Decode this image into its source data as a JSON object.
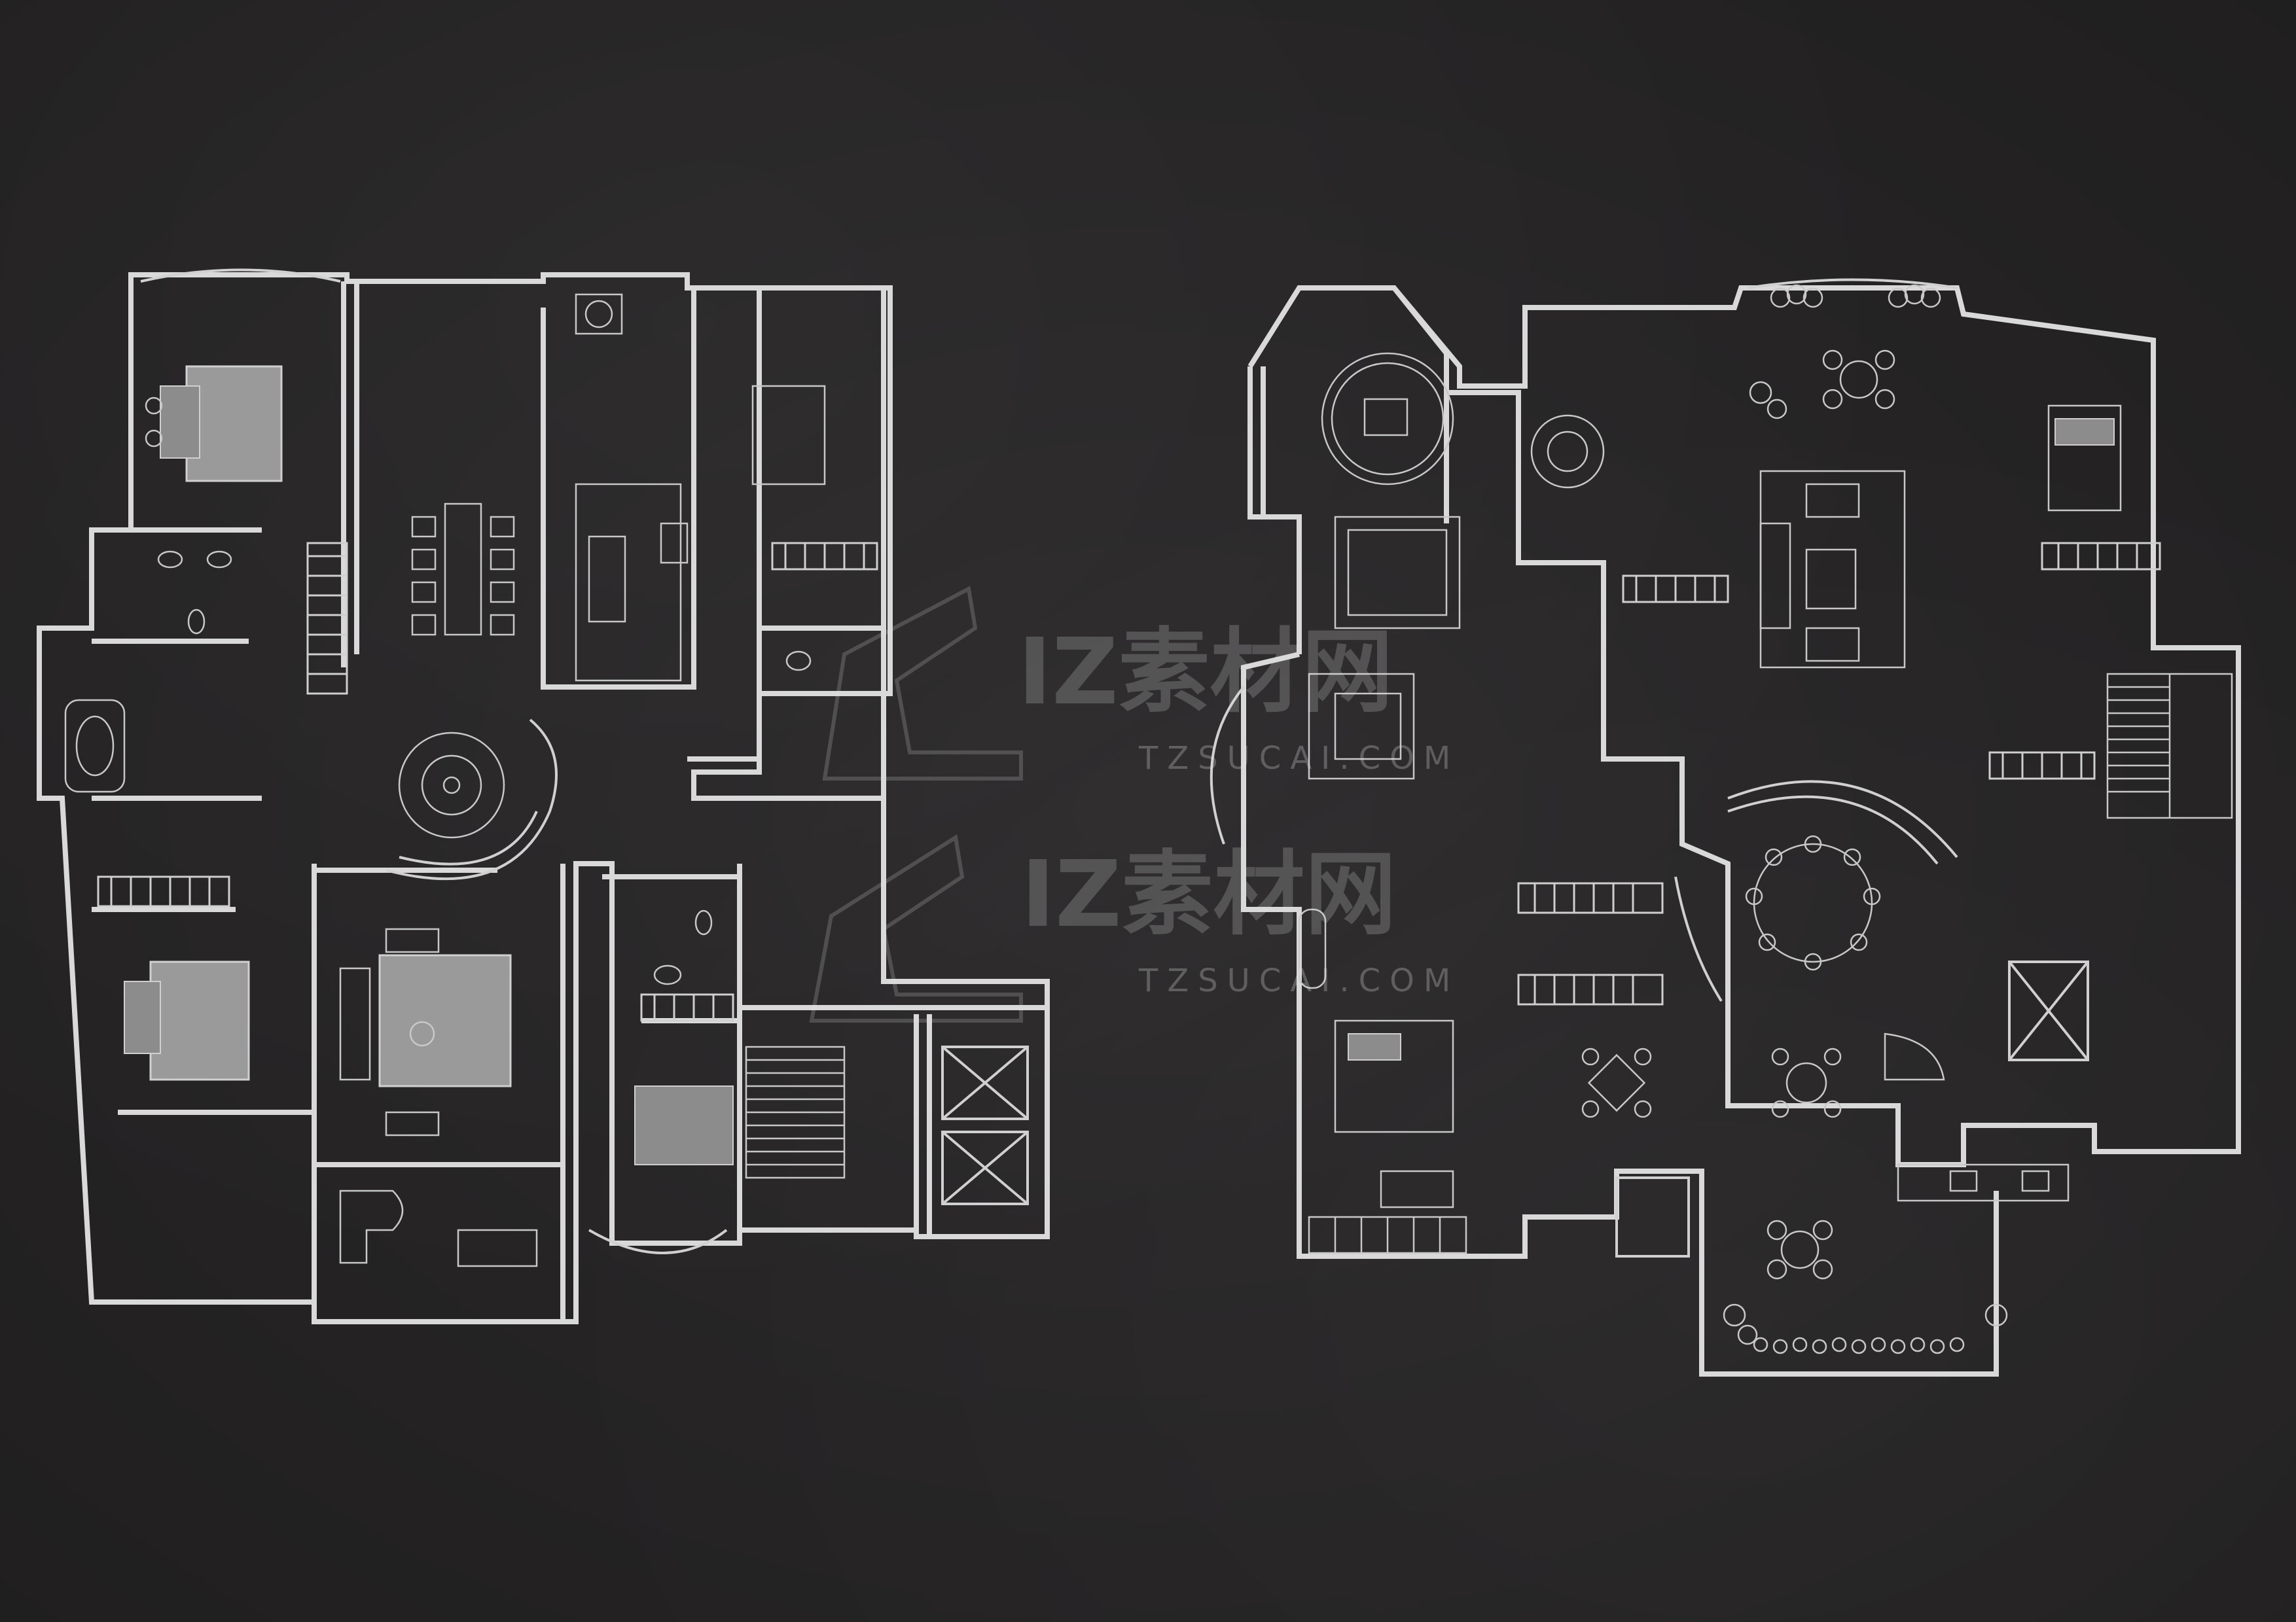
{
  "background_color": "#2b292a",
  "line_color": "#d9d9d9",
  "furniture_fill": "#9a9a9a",
  "watermark": {
    "brand": "IZ素材网",
    "url": "TZSUCAI.COM",
    "brand_repeat": "IZ素材网",
    "url_repeat": "TZSUCAI.COM"
  },
  "plans": [
    "floor-plan-left",
    "floor-plan-right"
  ]
}
